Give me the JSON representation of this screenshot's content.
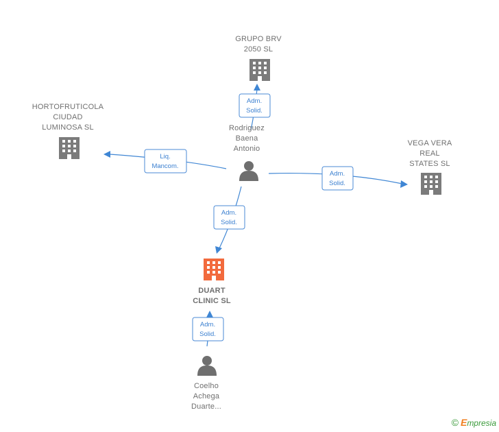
{
  "nodes": {
    "grupo_brv": {
      "lines": [
        "GRUPO BRV",
        "2050  SL"
      ],
      "type": "company"
    },
    "hortofruticola": {
      "lines": [
        "HORTOFRUTICOLA",
        "CIUDAD",
        "LUMINOSA  SL"
      ],
      "type": "company"
    },
    "vega_vera": {
      "lines": [
        "VEGA VERA",
        "REAL",
        "STATES  SL"
      ],
      "type": "company"
    },
    "rodriguez": {
      "lines": [
        "Rodriguez",
        "Baena",
        "Antonio"
      ],
      "type": "person"
    },
    "duart_clinic": {
      "lines": [
        "DUART",
        "CLINIC  SL"
      ],
      "type": "company-main"
    },
    "coelho": {
      "lines": [
        "Coelho",
        "Achega",
        "Duarte..."
      ],
      "type": "person"
    }
  },
  "edges": {
    "to_grupo": {
      "lines": [
        "Adm.",
        "Solid."
      ]
    },
    "to_horto": {
      "lines": [
        "Liq.",
        "Mancom."
      ]
    },
    "to_vega": {
      "lines": [
        "Adm.",
        "Solid."
      ]
    },
    "to_duart": {
      "lines": [
        "Adm.",
        "Solid."
      ]
    },
    "coelho_to_duart": {
      "lines": [
        "Adm.",
        "Solid."
      ]
    }
  },
  "colors": {
    "company": "#7b7b7b",
    "company_main": "#f26a3d",
    "person": "#6f6f6f",
    "edge": "#3f86d4"
  },
  "footer": {
    "copyright": "©",
    "brand_first": "E",
    "brand_rest": "mpresia"
  }
}
